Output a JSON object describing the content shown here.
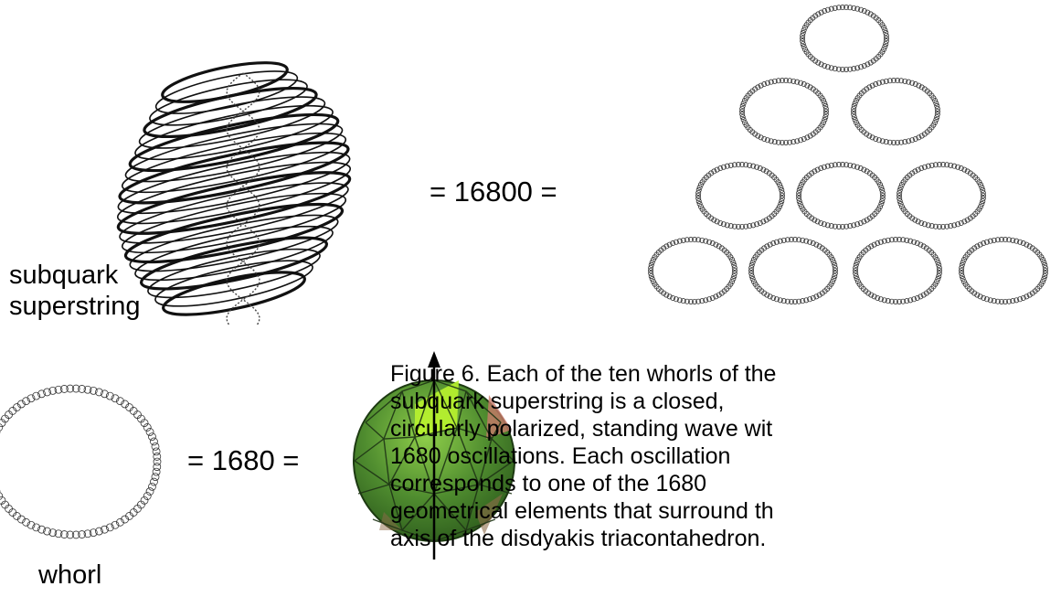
{
  "superstring": {
    "label_line1": "subquark",
    "label_line2": "superstring",
    "icon": "helical-coil-illustration"
  },
  "equation_top": "= 16800 =",
  "whorl_triangle": {
    "rows": [
      1,
      2,
      3,
      4
    ],
    "icon": "whorl-ring"
  },
  "whorl": {
    "label": "whorl",
    "icon": "whorl-ring"
  },
  "equation_bottom": "= 1680 =",
  "polyhedron": {
    "icon": "disdyakis-triacontahedron",
    "axis_color": "#000000",
    "face_colors": [
      "#3f7a2a",
      "#5f9a3c",
      "#7fbf3f",
      "#b9f32e",
      "#c97a6a",
      "#8e6a4a"
    ]
  },
  "caption": {
    "lines": [
      "Figure 6. Each of the ten whorls of the",
      "subquark superstring is a closed,",
      "circularly polarized, standing wave wit",
      "1680 oscillations. Each oscillation",
      "corresponds to one of the 1680",
      "geometrical elements that surround th",
      "axis of the disdyakis triacontahedron."
    ]
  }
}
